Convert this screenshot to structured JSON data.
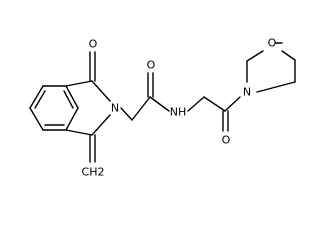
{
  "molecule": {
    "atoms": {
      "O1": "O",
      "N1": "N",
      "O2": "O",
      "NH": "NH",
      "O3": "O",
      "N2": "N",
      "O4": "O",
      "CH2": "CH2"
    }
  }
}
